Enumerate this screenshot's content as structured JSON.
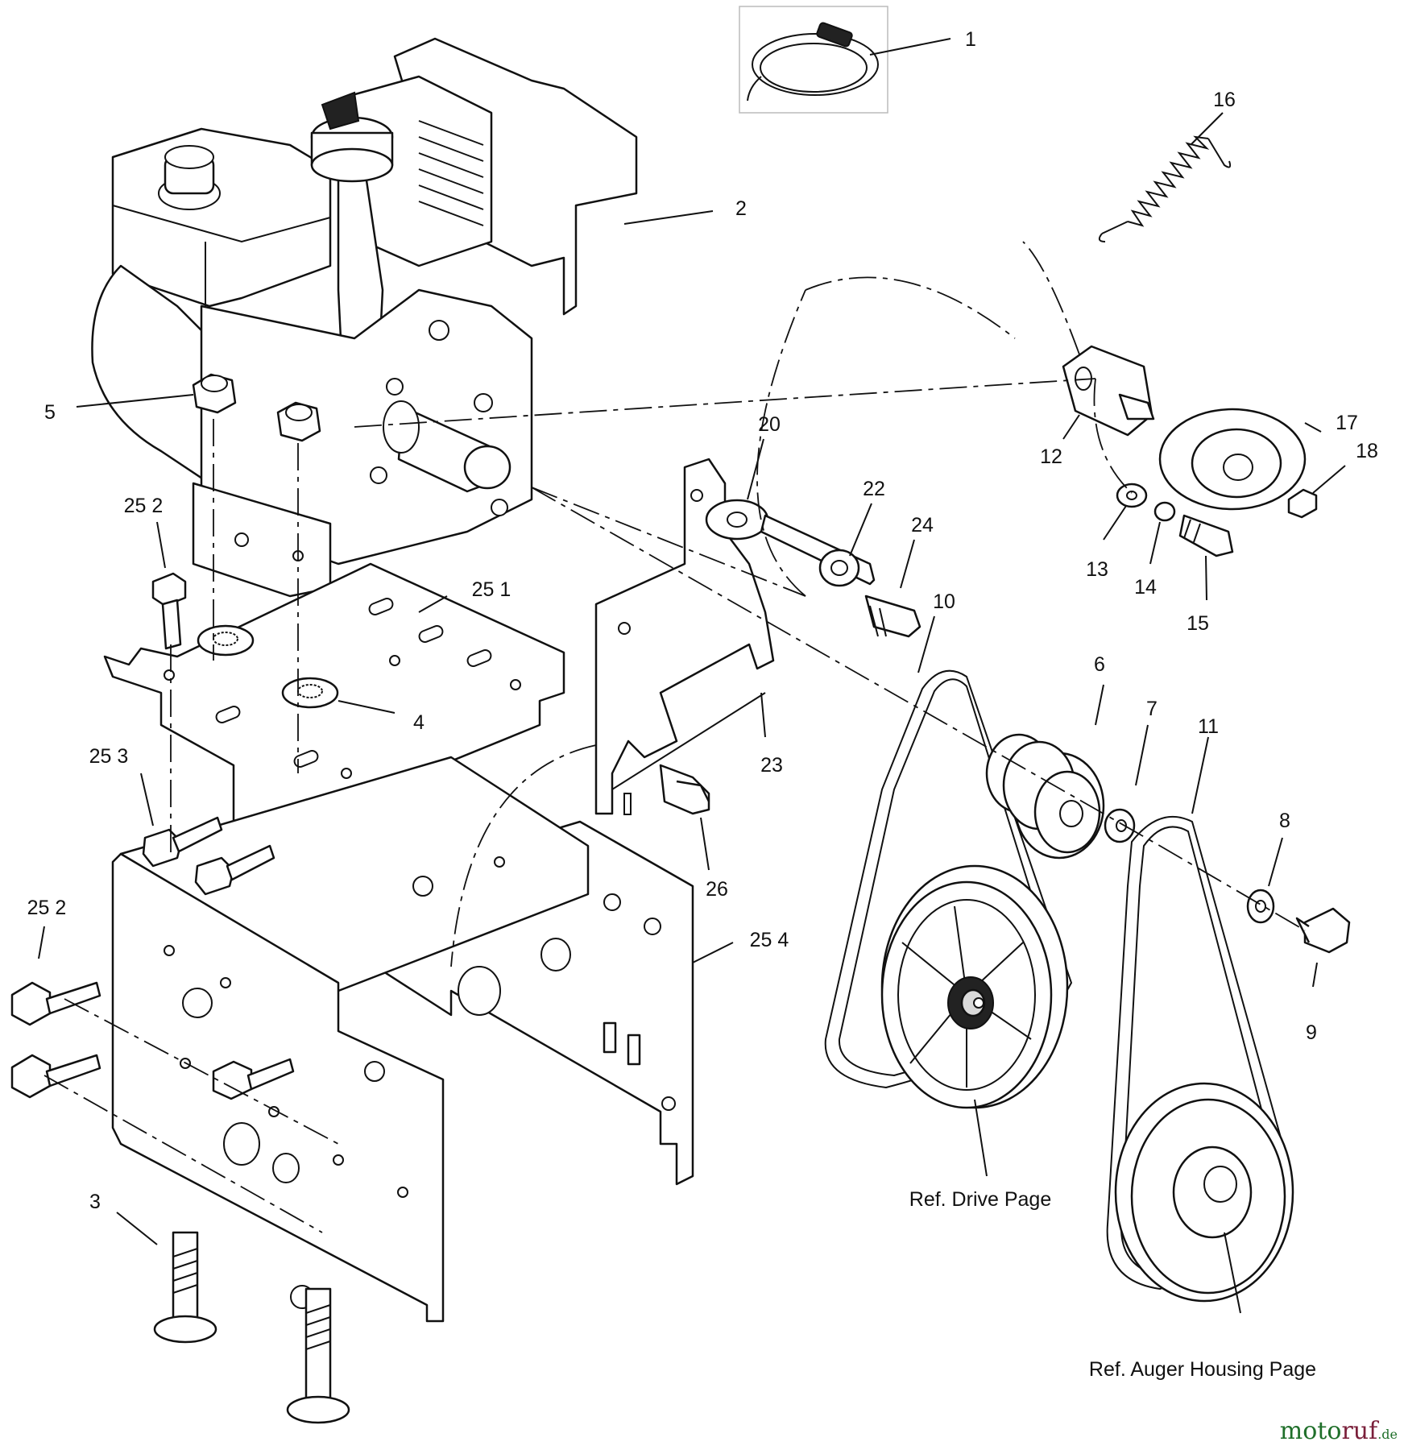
{
  "callouts": {
    "c1": "1",
    "c2": "2",
    "c3": "3",
    "c4": "4",
    "c5": "5",
    "c6": "6",
    "c7": "7",
    "c8": "8",
    "c9": "9",
    "c10": "10",
    "c11": "11",
    "c12": "12",
    "c13": "13",
    "c14": "14",
    "c15": "15",
    "c16": "16",
    "c17": "17",
    "c18": "18",
    "c20": "20",
    "c22": "22",
    "c23": "23",
    "c24": "24",
    "c26": "26",
    "c25_2_top": "25  2",
    "c25_1": "25  1",
    "c25_3": "25  3",
    "c25_2_left": "25  2",
    "c25_4": "25  4"
  },
  "references": {
    "drive": "Ref. Drive Page",
    "auger": "Ref. Auger Housing Page"
  },
  "watermark": {
    "part1": "moto",
    "part2": "ruf",
    "part3": ".de"
  },
  "colors": {
    "line": "#111111",
    "watermark_green": "#1f6f2a",
    "watermark_red": "#7a1f3a"
  }
}
